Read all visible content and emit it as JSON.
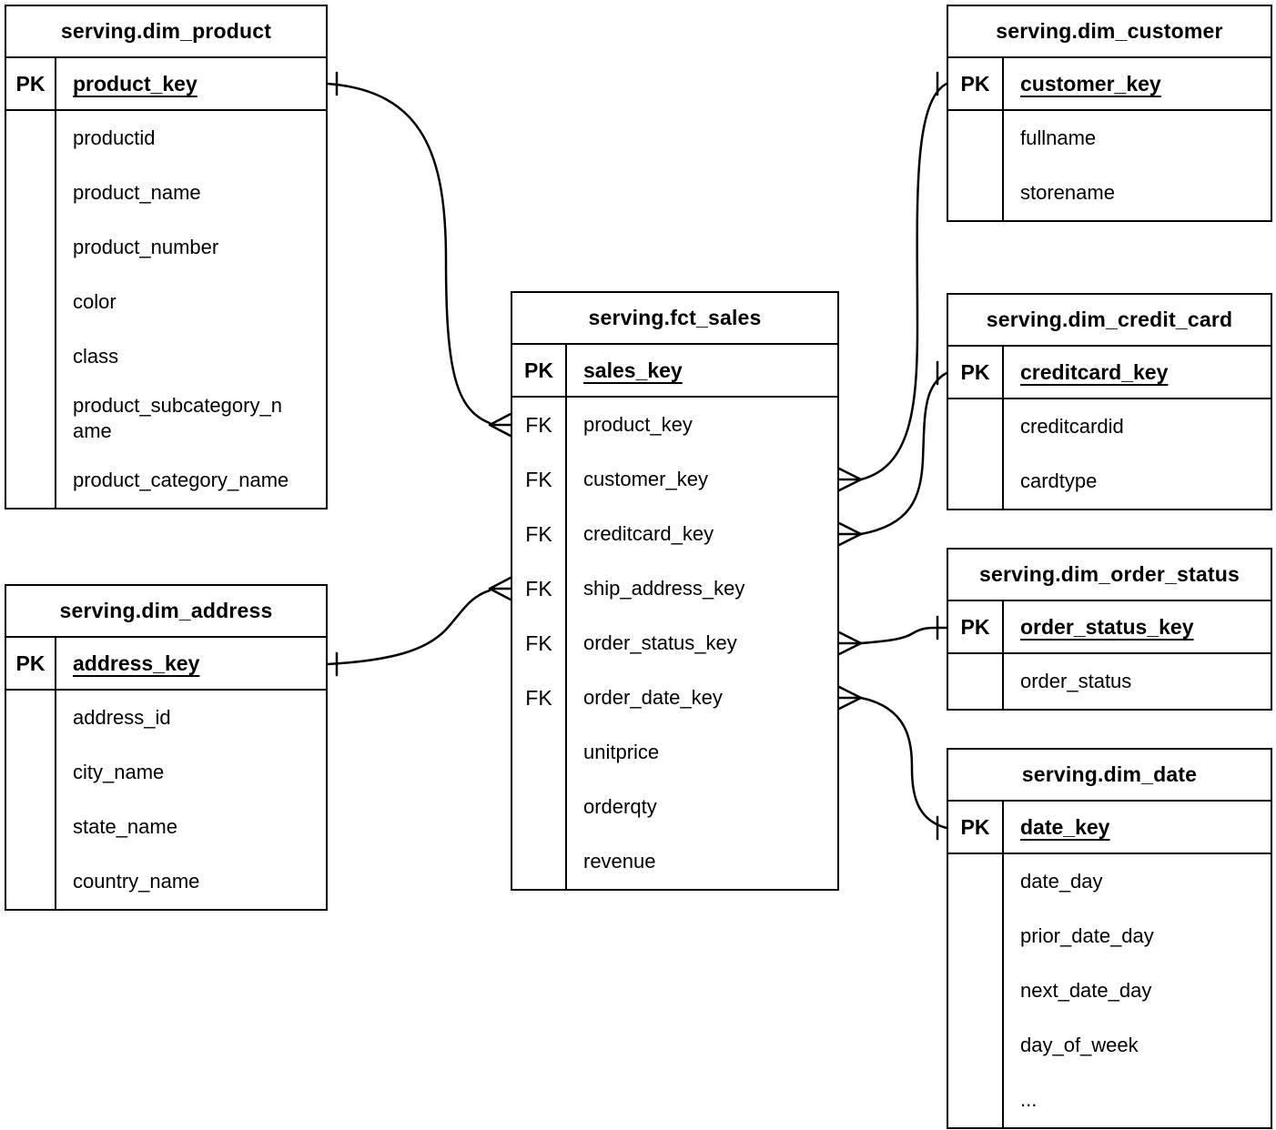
{
  "tables": {
    "dim_product": {
      "title": "serving.dim_product",
      "pk_label": "PK",
      "pk_field": "product_key",
      "fields": [
        "productid",
        "product_name",
        "product_number",
        "color",
        "class",
        "product_subcategory_name",
        "product_category_name"
      ]
    },
    "dim_customer": {
      "title": "serving.dim_customer",
      "pk_label": "PK",
      "pk_field": "customer_key",
      "fields": [
        "fullname",
        "storename"
      ]
    },
    "fct_sales": {
      "title": "serving.fct_sales",
      "pk_label": "PK",
      "pk_field": "sales_key",
      "rows": [
        {
          "key": "FK",
          "name": "product_key"
        },
        {
          "key": "FK",
          "name": "customer_key"
        },
        {
          "key": "FK",
          "name": "creditcard_key"
        },
        {
          "key": "FK",
          "name": "ship_address_key"
        },
        {
          "key": "FK",
          "name": "order_status_key"
        },
        {
          "key": "FK",
          "name": "order_date_key"
        },
        {
          "key": "",
          "name": "unitprice"
        },
        {
          "key": "",
          "name": "orderqty"
        },
        {
          "key": "",
          "name": "revenue"
        }
      ]
    },
    "dim_credit_card": {
      "title": "serving.dim_credit_card",
      "pk_label": "PK",
      "pk_field": "creditcard_key",
      "fields": [
        "creditcardid",
        "cardtype"
      ]
    },
    "dim_order_status": {
      "title": "serving.dim_order_status",
      "pk_label": "PK",
      "pk_field": "order_status_key",
      "fields": [
        "order_status"
      ]
    },
    "dim_address": {
      "title": "serving.dim_address",
      "pk_label": "PK",
      "pk_field": "address_key",
      "fields": [
        "address_id",
        "city_name",
        "state_name",
        "country_name"
      ]
    },
    "dim_date": {
      "title": "serving.dim_date",
      "pk_label": "PK",
      "pk_field": "date_key",
      "fields": [
        "date_day",
        "prior_date_day",
        "next_date_day",
        "day_of_week",
        "..."
      ]
    }
  },
  "relationships": [
    {
      "fact_field": "product_key",
      "dim_table": "serving.dim_product",
      "dim_field": "product_key",
      "fact_side": "many",
      "dim_side": "one"
    },
    {
      "fact_field": "customer_key",
      "dim_table": "serving.dim_customer",
      "dim_field": "customer_key",
      "fact_side": "many",
      "dim_side": "one"
    },
    {
      "fact_field": "creditcard_key",
      "dim_table": "serving.dim_credit_card",
      "dim_field": "creditcard_key",
      "fact_side": "many",
      "dim_side": "one"
    },
    {
      "fact_field": "ship_address_key",
      "dim_table": "serving.dim_address",
      "dim_field": "address_key",
      "fact_side": "many",
      "dim_side": "one"
    },
    {
      "fact_field": "order_status_key",
      "dim_table": "serving.dim_order_status",
      "dim_field": "order_status_key",
      "fact_side": "many",
      "dim_side": "one"
    },
    {
      "fact_field": "order_date_key",
      "dim_table": "serving.dim_date",
      "dim_field": "date_key",
      "fact_side": "many",
      "dim_side": "one"
    }
  ],
  "colors": {
    "line": "#000000",
    "background": "#ffffff"
  }
}
